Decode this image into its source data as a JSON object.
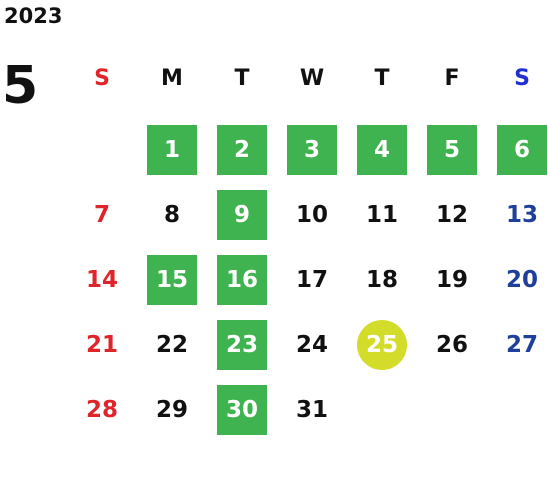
{
  "calendar": {
    "year": "2023",
    "month": "5",
    "weekdays": [
      "S",
      "M",
      "T",
      "W",
      "T",
      "F",
      "S"
    ],
    "colors": {
      "sunday": "#e0252a",
      "saturday": "#1e3f9a",
      "highlight": "#3fb34f",
      "today": "#d4dc2a"
    },
    "weeks": [
      [
        null,
        "1",
        "2",
        "3",
        "4",
        "5",
        "6"
      ],
      [
        "7",
        "8",
        "9",
        "10",
        "11",
        "12",
        "13"
      ],
      [
        "14",
        "15",
        "16",
        "17",
        "18",
        "19",
        "20"
      ],
      [
        "21",
        "22",
        "23",
        "24",
        "25",
        "26",
        "27"
      ],
      [
        "28",
        "29",
        "30",
        "31",
        null,
        null,
        null
      ]
    ],
    "highlighted_days": [
      "1",
      "2",
      "3",
      "4",
      "5",
      "6",
      "9",
      "15",
      "16",
      "23",
      "30"
    ],
    "today": "25"
  }
}
